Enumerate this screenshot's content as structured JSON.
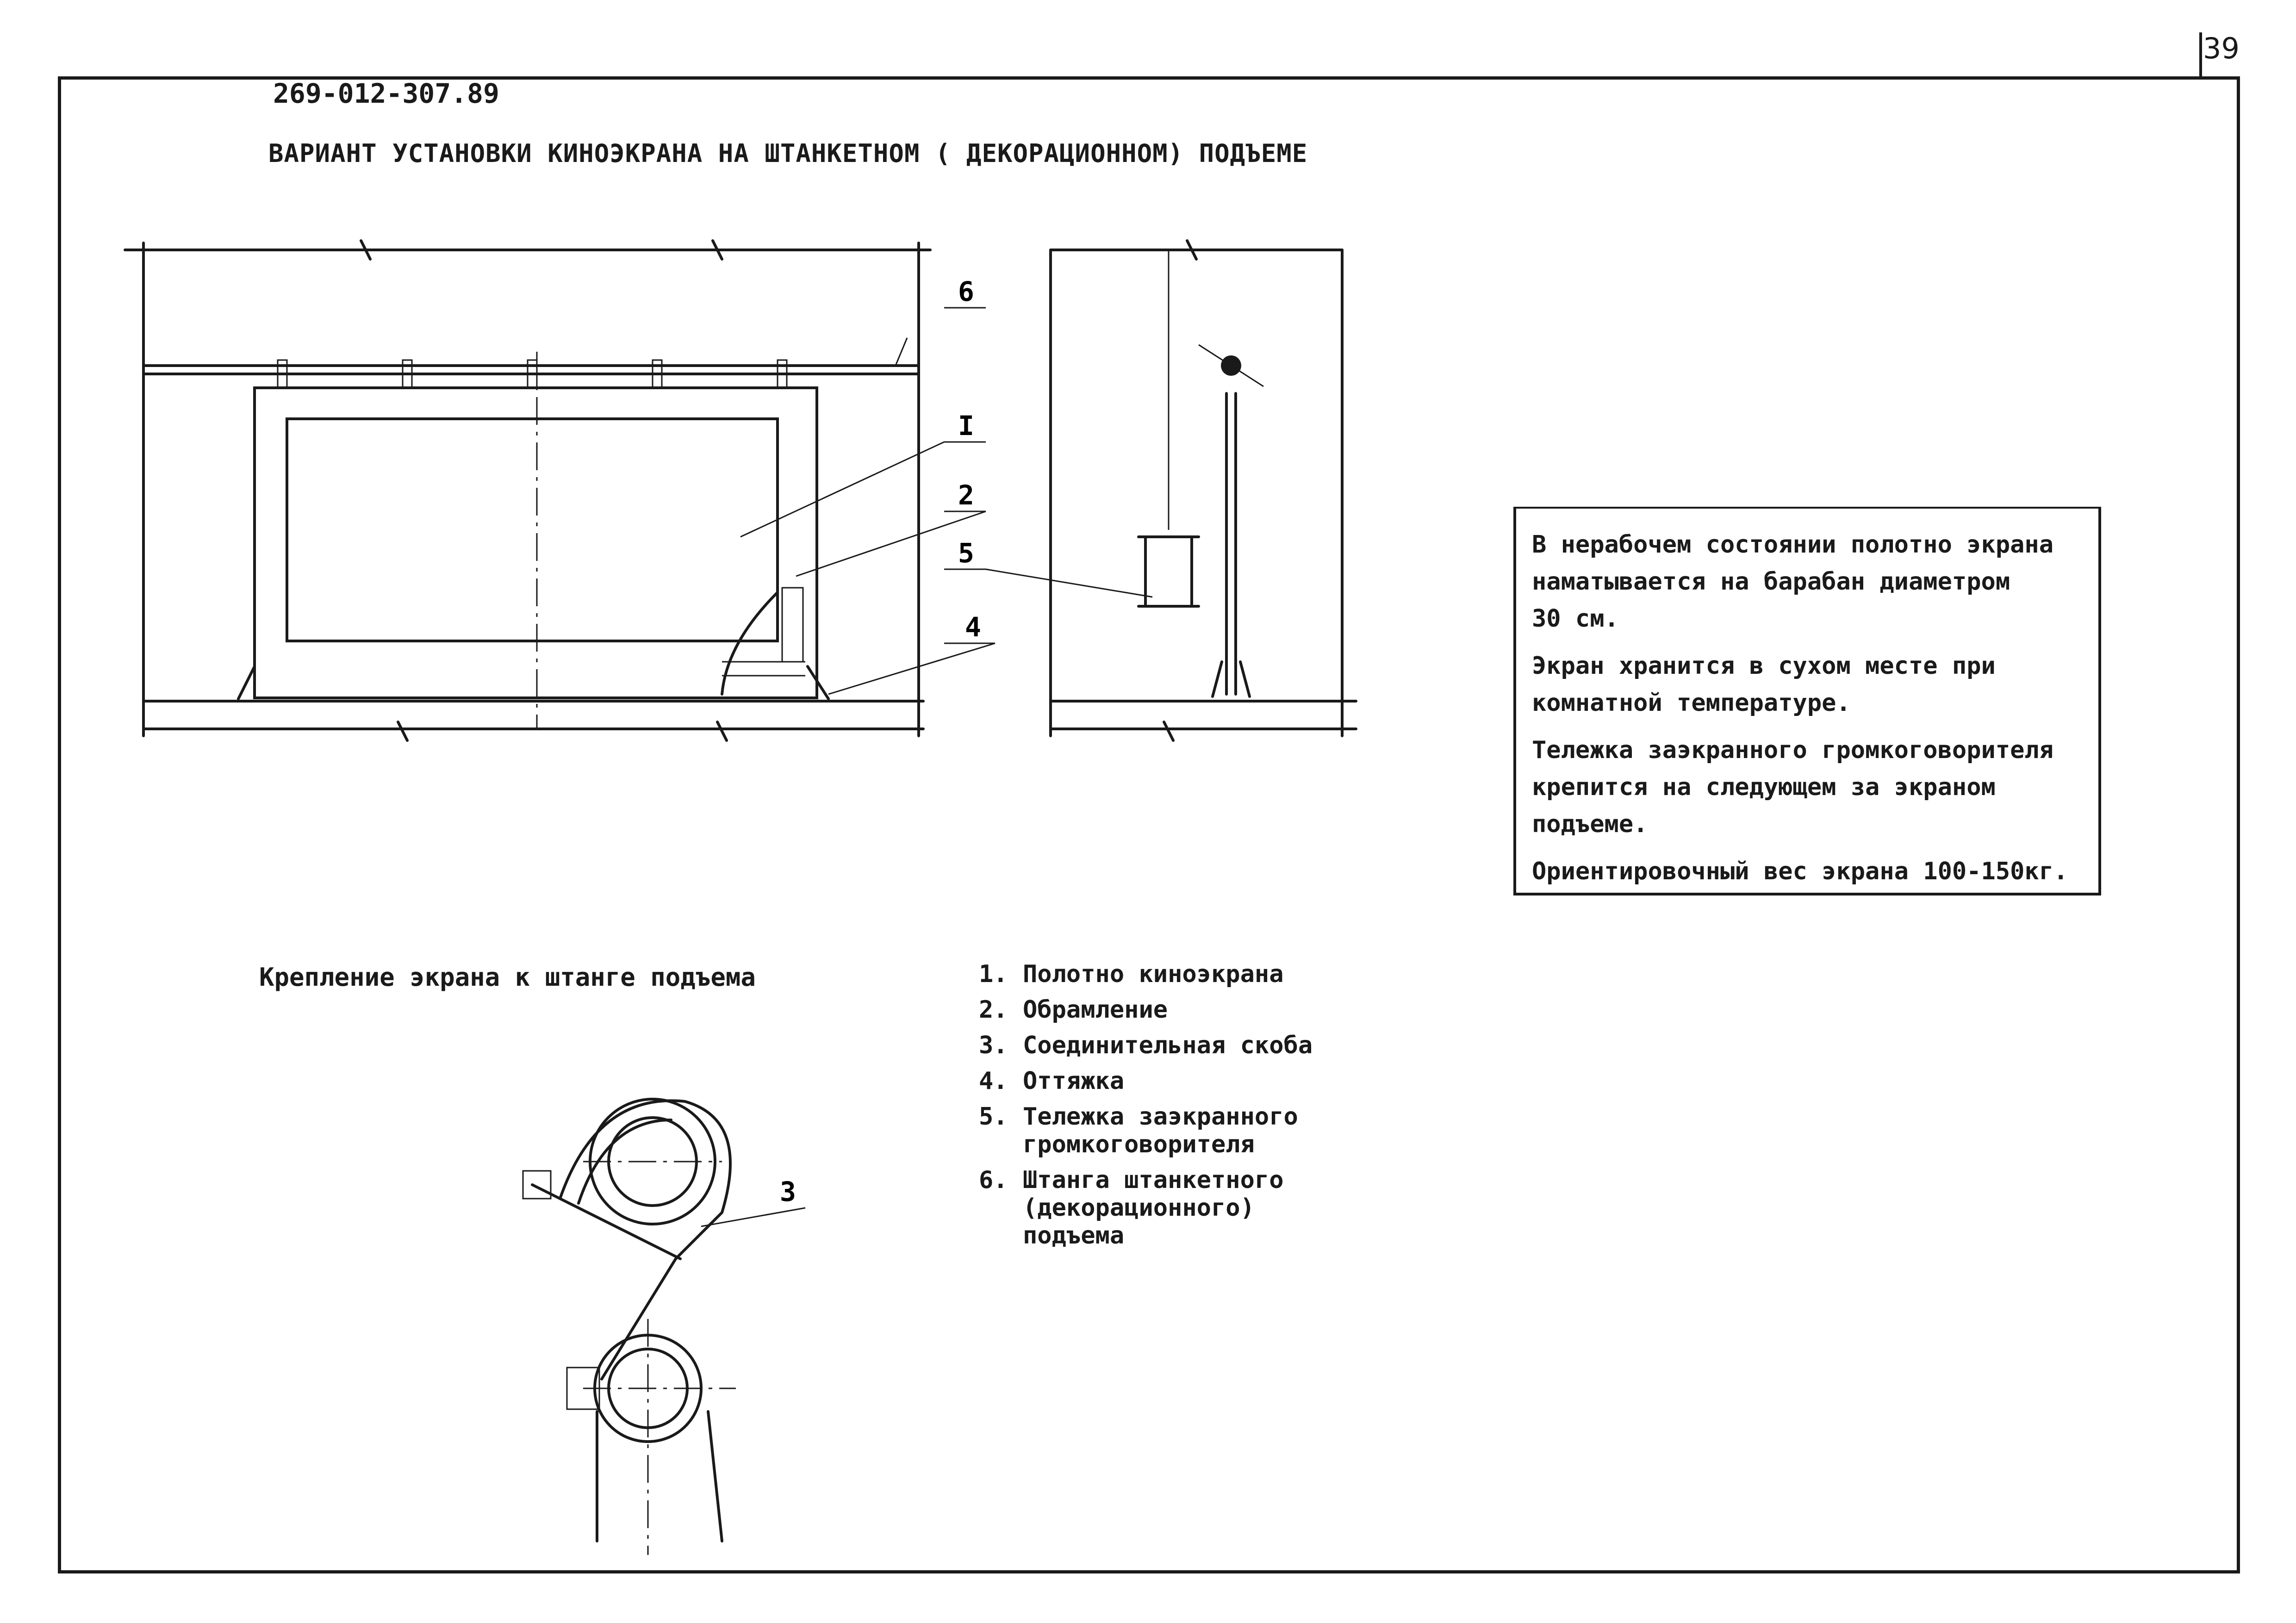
{
  "page_number": "39",
  "document_code": "269-012-307.89",
  "title": "ВАРИАНТ УСТАНОВКИ КИНОЭКРАНА НА ШТАНКЕТНОМ ( ДЕКОРАЦИОННОМ) ПОДЪЕМЕ",
  "notes": [
    "В нерабочем состоянии полотно экрана\nнаматывается на барабан диаметром\n30 см.",
    "Экран хранится в сухом месте при\nкомнатной температуре.",
    "Тележка заэкранного громкоговорителя\nкрепится на следующем за экраном\nподъеме.",
    "Ориентировочный вес экрана 100-150кг."
  ],
  "detail_title": "Крепление экрана к штанге подъема",
  "legend": [
    {
      "num": "1.",
      "text": "Полотно киноэкрана"
    },
    {
      "num": "2.",
      "text": "Обрамление"
    },
    {
      "num": "3.",
      "text": "Соединительная скоба"
    },
    {
      "num": "4.",
      "text": "Оттяжка"
    },
    {
      "num": "5.",
      "text": "Тележка заэкранного\nгромкоговорителя"
    },
    {
      "num": "6.",
      "text": "Штанга штанкетного\n(декорационного)\nподъема"
    }
  ],
  "callouts": {
    "c1": "I",
    "c2": "2",
    "c3": "3",
    "c4": "4",
    "c5": "5",
    "c6": "6"
  }
}
